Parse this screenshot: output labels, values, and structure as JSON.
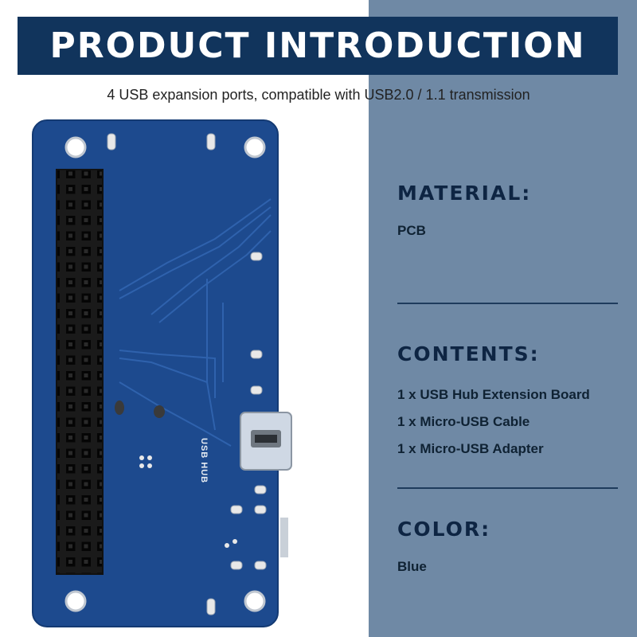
{
  "banner": {
    "title": "PRODUCT INTRODUCTION"
  },
  "subtitle": "4 USB expansion ports, compatible with USB2.0 / 1.1 transmission",
  "board": {
    "silkscreen_label": "USB HUB",
    "color": "#1d4a8e"
  },
  "sections": {
    "material": {
      "title": "MATERIAL:",
      "items": [
        "PCB"
      ]
    },
    "contents": {
      "title": "CONTENTS:",
      "items": [
        "1 x USB Hub Extension Board",
        "1 x Micro-USB Cable",
        "1 x Micro-USB Adapter"
      ]
    },
    "color": {
      "title": "COLOR:",
      "items": [
        "Blue"
      ]
    }
  },
  "colors": {
    "banner_bg": "#11345c",
    "panel_bg": "#6f89a5",
    "divider": "#1e3b5c",
    "heading": "#0e2543"
  }
}
